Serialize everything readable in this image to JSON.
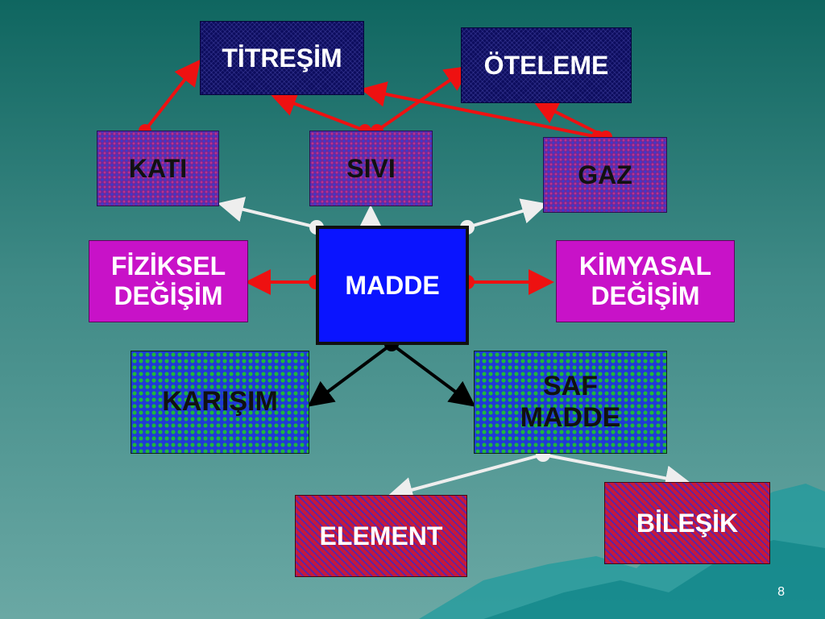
{
  "nodes": {
    "titresim": "TİTREŞİM",
    "oteleme": "ÖTELEME",
    "kati": "KATI",
    "sivi": "SIVI",
    "gaz": "GAZ",
    "madde": "MADDE",
    "fiziksel": {
      "line1": "FİZİKSEL",
      "line2": "DEĞİŞİM"
    },
    "kimyasal": {
      "line1": "KİMYASAL",
      "line2": "DEĞİŞİM"
    },
    "karisim": "KARIŞIM",
    "saf_madde": {
      "line1": "SAF",
      "line2": "MADDE"
    },
    "element": "ELEMENT",
    "bilesik": "BİLEŞİK"
  },
  "page_number": "8",
  "colors": {
    "red_connector": "#ee1111",
    "white_connector": "#eeeeee",
    "black_connector": "#000000",
    "madde_fill": "#0a14ff",
    "magenta_fill": "#c812c8"
  }
}
